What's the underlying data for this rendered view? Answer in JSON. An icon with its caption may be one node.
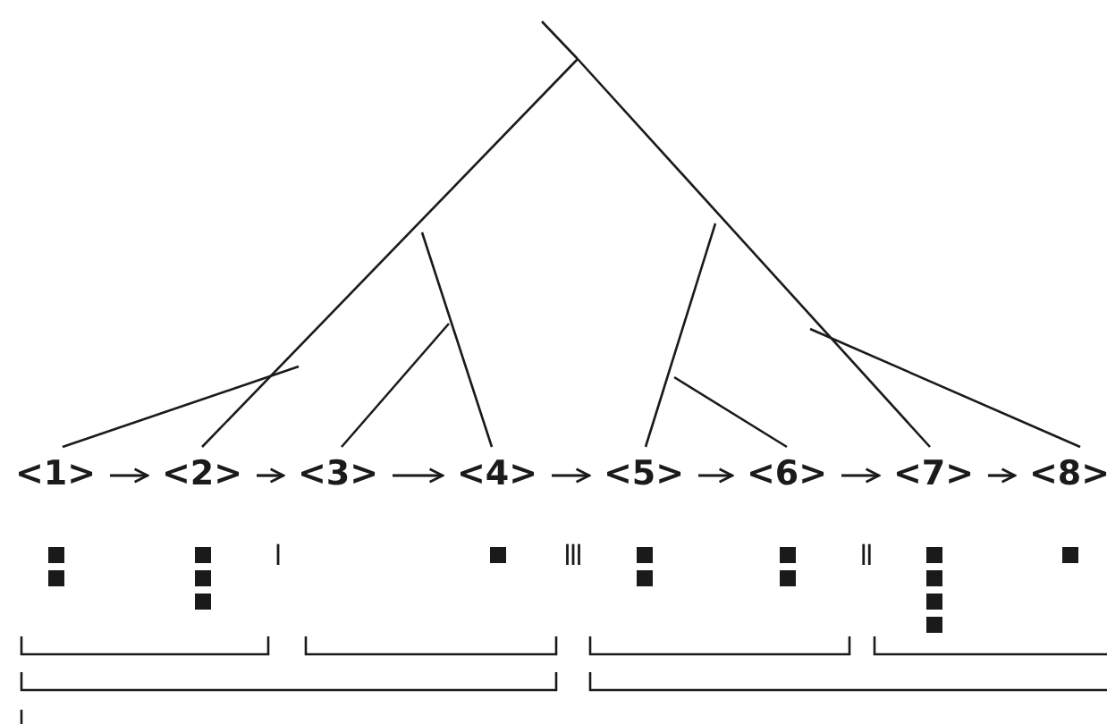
{
  "diagram": {
    "nodes": [
      {
        "text": [
          "<1>"
        ]
      },
      {
        "text": [
          "<2>"
        ]
      },
      {
        "text": [
          "<3>"
        ]
      },
      {
        "text": [
          "<4>"
        ]
      },
      {
        "text": [
          "<5>"
        ]
      },
      {
        "text": [
          "<6>"
        ]
      },
      {
        "text": [
          "<7>"
        ]
      },
      {
        "text": [
          "<8>"
        ]
      }
    ],
    "edges": [
      {
        "from": 0,
        "to": 1,
        "arrow": "to"
      },
      {
        "from": 1,
        "to": 2,
        "arrow": "to"
      },
      {
        "from": 2,
        "to": 3,
        "arrow": "to"
      },
      {
        "from": 3,
        "to": 4,
        "arrow": "to"
      },
      {
        "from": 4,
        "to": 5,
        "arrow": "to"
      },
      {
        "from": 5,
        "to": 6,
        "arrow": "to"
      },
      {
        "from": 6,
        "to": 7,
        "arrow": "to"
      }
    ],
    "labels": [
      "I",
      "III",
      "II"
    ]
  }
}
